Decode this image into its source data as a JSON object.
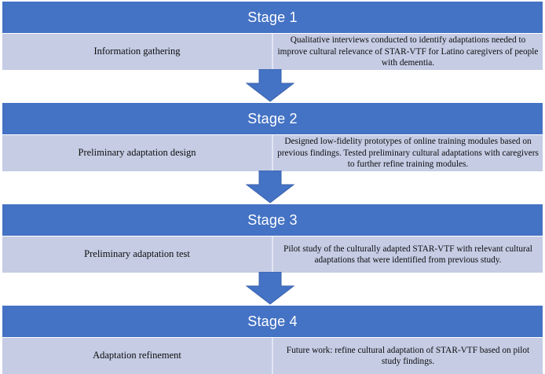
{
  "diagram": {
    "title": "Four-stage cultural adaptation process flowchart",
    "colors": {
      "header_blue": "#4472C4",
      "body_light_blue": "#C5CCE4",
      "divider": "#E2E6F1",
      "header_text": "#FFFFFF",
      "body_text": "#0D0D0D",
      "arrow_fill": "#4472C4",
      "arrow_stroke": "#2F5597",
      "background": "#FFFFFF"
    },
    "stages": [
      {
        "header": "Stage 1",
        "name": "Information gathering",
        "description": "Qualitative interviews conducted to identify adaptations needed to improve cultural relevance of STAR-VTF for Latino caregivers of people with dementia."
      },
      {
        "header": "Stage 2",
        "name": "Preliminary adaptation design",
        "description": "Designed low-fidelity prototypes of online training modules based on previous findings. Tested preliminary cultural adaptations with caregivers to further refine training modules."
      },
      {
        "header": "Stage 3",
        "name": "Preliminary adaptation test",
        "description": "Pilot study of the culturally adapted STAR-VTF with relevant cultural adaptations that were identified from previous study."
      },
      {
        "header": "Stage 4",
        "name": "Adaptation refinement",
        "description": "Future work: refine cultural adaptation of STAR-VTF based on pilot study findings."
      }
    ],
    "connectors": [
      {
        "icon": "down-arrow-icon",
        "from": "Stage 1",
        "to": "Stage 2"
      },
      {
        "icon": "down-arrow-icon",
        "from": "Stage 2",
        "to": "Stage 3"
      },
      {
        "icon": "down-arrow-icon",
        "from": "Stage 3",
        "to": "Stage 4"
      }
    ]
  }
}
